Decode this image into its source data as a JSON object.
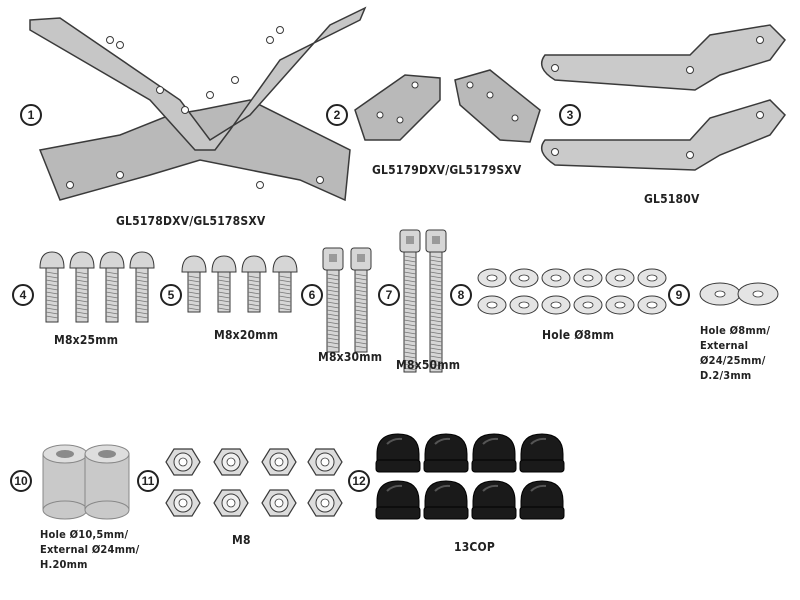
{
  "colors": {
    "plate_fill": "#b9b9b9",
    "plate_stroke": "#3a3a3a",
    "bolt_fill": "#d6d6d6",
    "washer_fill": "#e4e4e4",
    "spacer_fill": "#c9c9c9",
    "cap_fill": "#1a1a1a"
  },
  "items": [
    {
      "number": "1",
      "label": "GL5178DXV/GL5178SXV",
      "icon": "x-bracket-icon"
    },
    {
      "number": "2",
      "label": "GL5179DXV/GL5179SXV",
      "icon": "angle-bracket-pair-icon"
    },
    {
      "number": "3",
      "label": "GL5180V",
      "icon": "flat-bracket-pair-icon"
    },
    {
      "number": "4",
      "label": "M8x25mm",
      "icon": "button-head-bolt-icon"
    },
    {
      "number": "5",
      "label": "M8x20mm",
      "icon": "button-head-bolt-icon"
    },
    {
      "number": "6",
      "label": "M8x30mm",
      "icon": "socket-head-bolt-icon"
    },
    {
      "number": "7",
      "label": "M8x50mm",
      "icon": "socket-head-bolt-icon"
    },
    {
      "number": "8",
      "label": "Hole Ø8mm",
      "icon": "washer-icon"
    },
    {
      "number": "9",
      "label": [
        "Hole Ø8mm/",
        "External Ø24/25mm/",
        "D.2/3mm"
      ],
      "icon": "large-washer-icon"
    },
    {
      "number": "10",
      "label": [
        "Hole Ø10,5mm/",
        "External Ø24mm/",
        "H.20mm"
      ],
      "icon": "spacer-icon"
    },
    {
      "number": "11",
      "label": "M8",
      "icon": "lock-nut-icon"
    },
    {
      "number": "12",
      "label": "13COP",
      "icon": "dome-cap-icon"
    }
  ]
}
